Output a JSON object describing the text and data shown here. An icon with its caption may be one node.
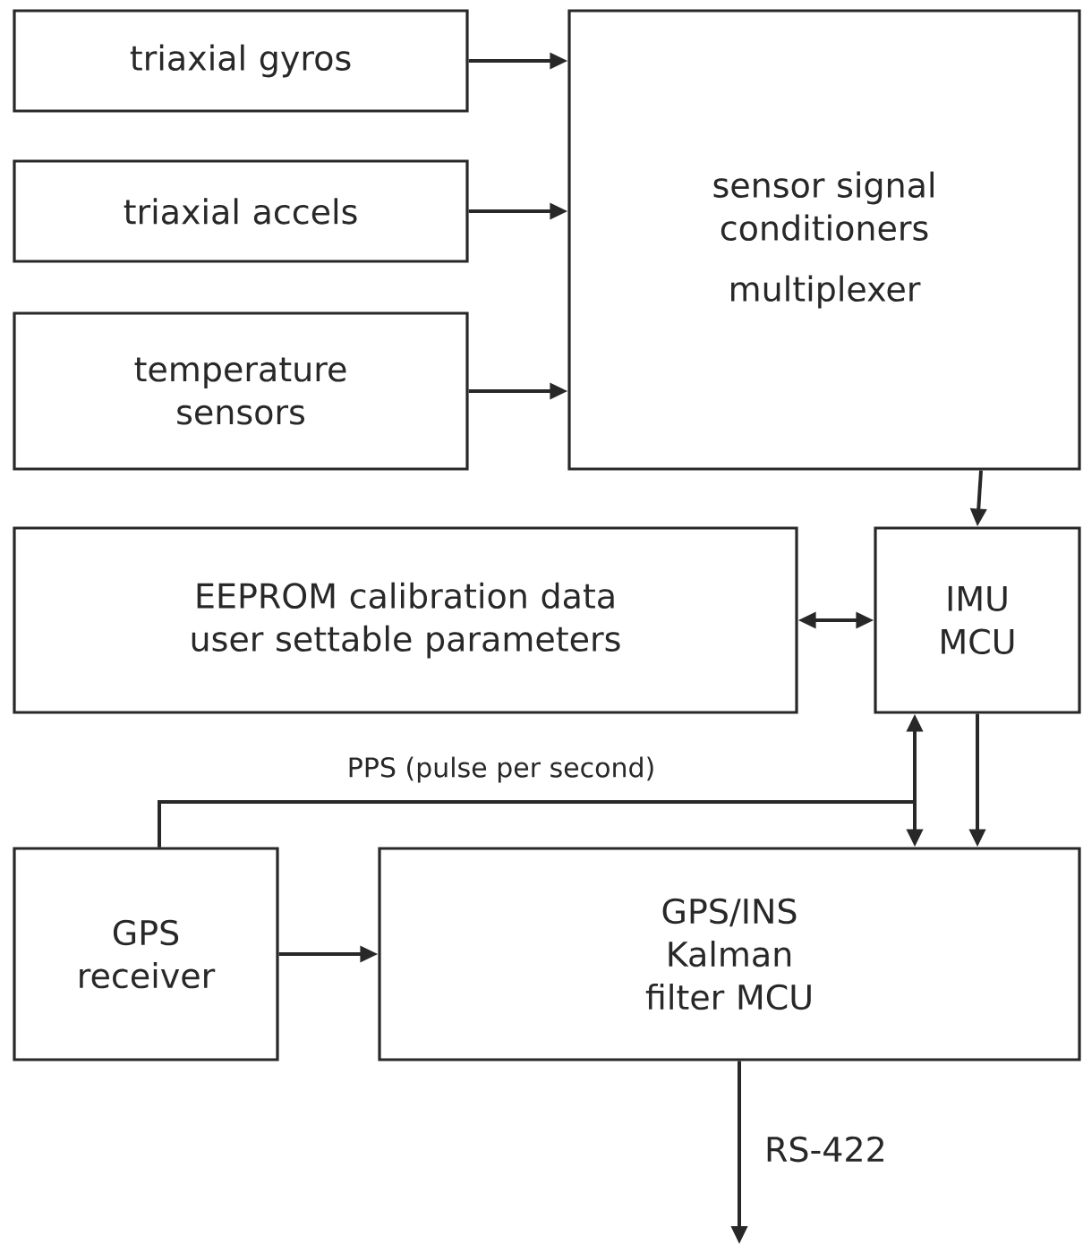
{
  "diagram": {
    "nodes": [
      {
        "text": [
          "triaxial gyros"
        ]
      },
      {
        "text": [
          "triaxial accels"
        ]
      },
      {
        "text": [
          "temperature sensors"
        ]
      },
      {
        "text": [
          "sensor signal conditioners",
          "multiplexer"
        ]
      },
      {
        "text": [
          "EEPROM calibration data user settable parameters"
        ]
      },
      {
        "text": [
          "IMU MCU"
        ]
      },
      {
        "text": [
          "GPS receiver"
        ]
      },
      {
        "text": [
          "GPS/INS Kalman filter MCU"
        ]
      }
    ],
    "edges": [
      {
        "from": 0,
        "to": 3,
        "arrow": "to"
      },
      {
        "from": 1,
        "to": 3,
        "arrow": "to"
      },
      {
        "from": 2,
        "to": 3,
        "arrow": "to"
      },
      {
        "from": 3,
        "to": 5,
        "arrow": "to"
      },
      {
        "from": 4,
        "to": 5,
        "arrow": "both"
      },
      {
        "from": 6,
        "to": 5,
        "arrow": "to",
        "label": "PPS (pulse per second)"
      },
      {
        "from": 6,
        "to": 7,
        "arrow": "to"
      },
      {
        "from": 5,
        "to": 7,
        "arrow": "to"
      },
      {
        "from": 6,
        "to": 7,
        "arrow": "to"
      },
      {
        "from": 7,
        "to": null,
        "arrow": "to",
        "label": "RS-422"
      }
    ]
  }
}
